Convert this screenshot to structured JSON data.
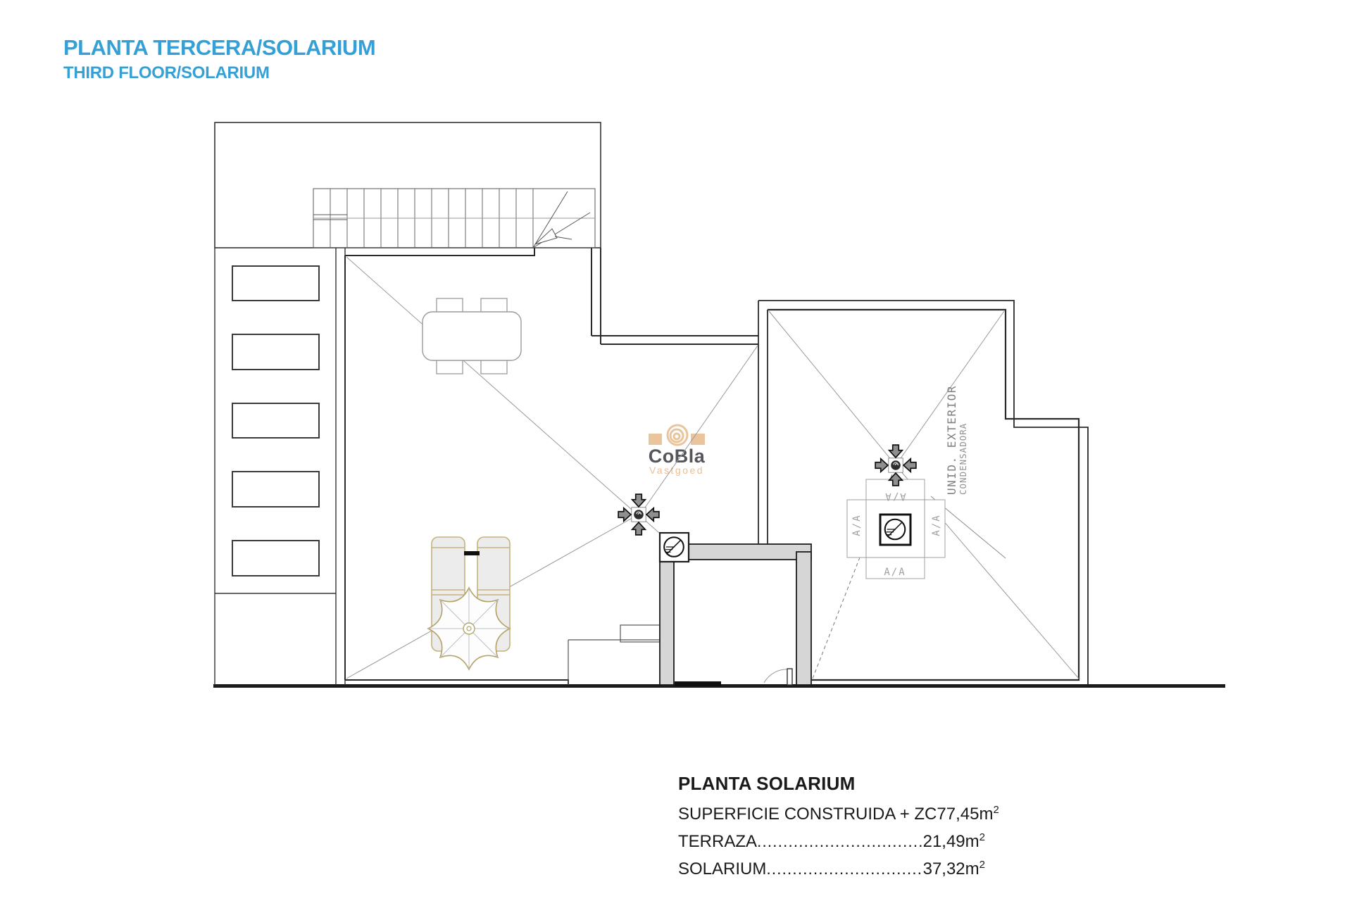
{
  "header": {
    "title_es": "PLANTA TERCERA/SOLARIUM",
    "title_en": "THIRD FLOOR/SOLARIUM",
    "accent_color": "#35a0d6"
  },
  "watermark": {
    "name": "CoBla",
    "subtitle": "Vastgoed",
    "bar_color": "#e9c49c",
    "name_color": "#55565c",
    "subtitle_color": "#eabf94"
  },
  "plan": {
    "labels": {
      "ac_unit_line1": "UNID. EXTERIOR",
      "ac_unit_line2": "CONDENSADORA",
      "ac_flap": "A/A"
    }
  },
  "summary": {
    "title": "PLANTA SOLARIUM",
    "unit": "m",
    "unit_sup": "2",
    "rows": [
      {
        "label": "SUPERFICIE CONSTRUIDA + ZC",
        "value": "77,45"
      },
      {
        "label": "TERRAZA",
        "value": "21,49"
      },
      {
        "label": "SOLARIUM",
        "value": "37,32"
      }
    ]
  }
}
